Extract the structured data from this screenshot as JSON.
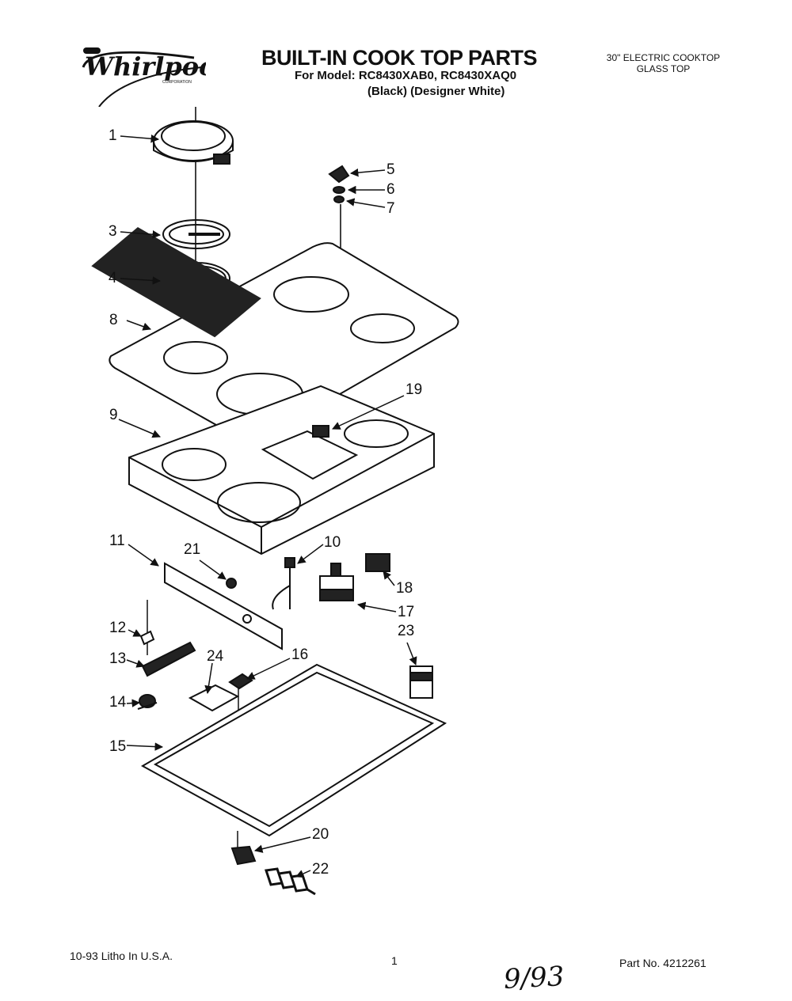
{
  "header": {
    "brand": "Whirlpool",
    "title": "BUILT-IN COOK TOP PARTS",
    "model_line": "For Model: RC8430XAB0, RC8430XAQ0",
    "variants_line": "(Black)  (Designer White)",
    "product_line1": "30\" ELECTRIC COOKTOP",
    "product_line2": "GLASS TOP"
  },
  "callouts": {
    "c1": "1",
    "c3": "3",
    "c4": "4",
    "c5": "5",
    "c6": "6",
    "c7": "7",
    "c8": "8",
    "c9": "9",
    "c10": "10",
    "c11": "11",
    "c12": "12",
    "c13": "13",
    "c14": "14",
    "c15": "15",
    "c16": "16",
    "c17": "17",
    "c18": "18",
    "c19": "19",
    "c20": "20",
    "c21": "21",
    "c22": "22",
    "c23": "23",
    "c24": "24"
  },
  "footer": {
    "litho": "10-93 Litho In U.S.A.",
    "page_number": "1",
    "part_number": "Part No. 4212261",
    "handwritten_date": "9/93"
  }
}
